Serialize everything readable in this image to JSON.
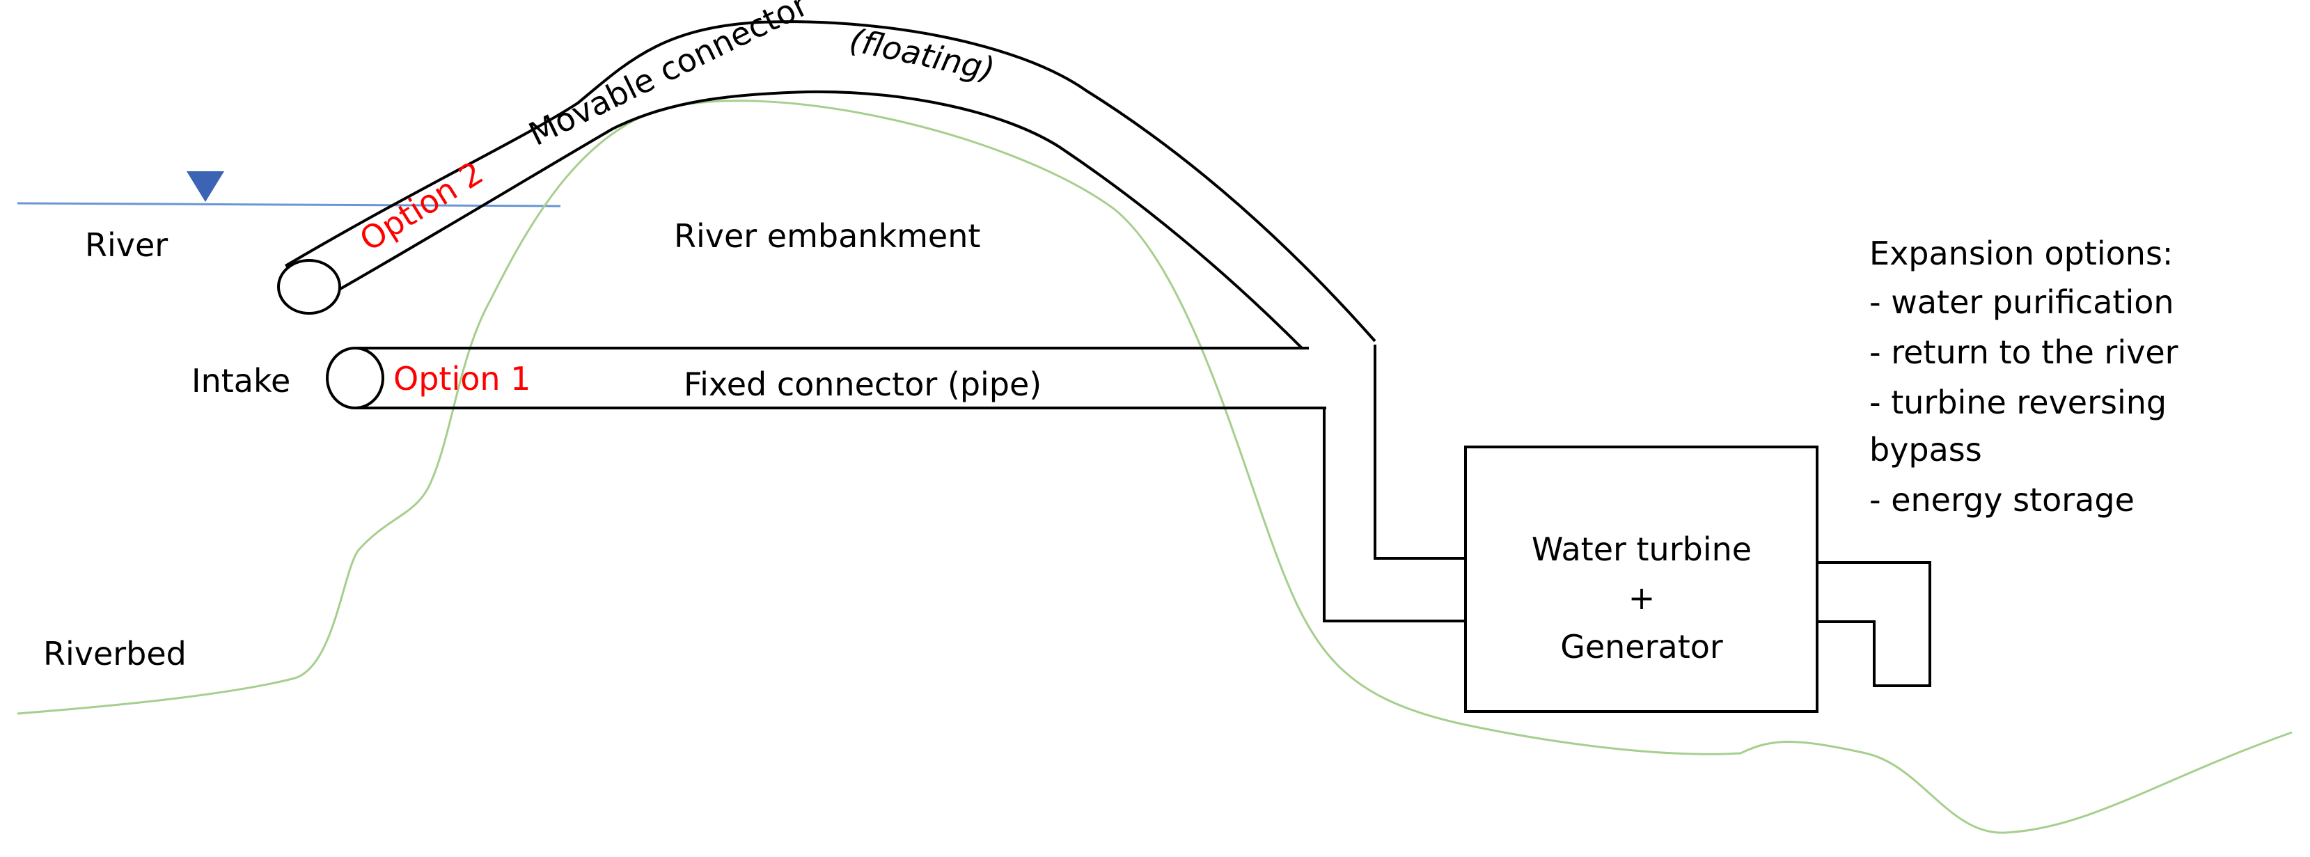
{
  "labels": {
    "river": "River",
    "intake": "Intake",
    "riverbed": "Riverbed",
    "river_embankment": "River embankment",
    "movable_connector": "Movable connector",
    "floating": "(floating)",
    "option_2": "Option 2",
    "option_1": "Option 1",
    "fixed_connector": "Fixed connector (pipe)",
    "turbine_line1": "Water turbine",
    "turbine_plus": "+",
    "turbine_line3": "Generator"
  },
  "expansion": {
    "title": "Expansion options:",
    "items": [
      "- water purification",
      "- return to the river",
      "- turbine reversing",
      "bypass",
      "- energy storage"
    ]
  },
  "colors": {
    "outline": "#000000",
    "option_text": "#ff0000",
    "water_line": "#6a96d4",
    "water_marker": "#3b64b4",
    "terrain": "#a6cf8e"
  },
  "icons": {
    "water_level_marker": "downward-triangle"
  }
}
